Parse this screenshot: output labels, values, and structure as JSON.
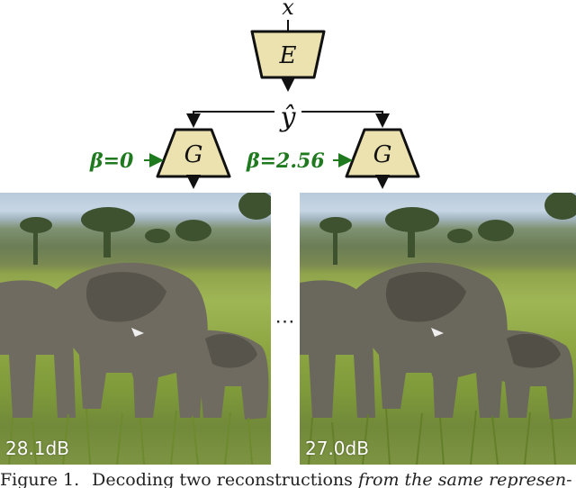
{
  "diagram": {
    "input_label": "x",
    "encoder_label": "E",
    "latent_label": "ŷ",
    "generator_label": "G",
    "beta_left": "β=0",
    "beta_right": "β=2.56",
    "beta_color": "#1f7a1f",
    "box_fill": "#ece2b0"
  },
  "images": {
    "left_psnr": "28.1dB",
    "right_psnr": "27.0dB",
    "separator": "⋯"
  },
  "caption": {
    "figure_number": "Figure 1.",
    "text": "Decoding two reconstructions ",
    "italic_text": "from the same represen-"
  }
}
